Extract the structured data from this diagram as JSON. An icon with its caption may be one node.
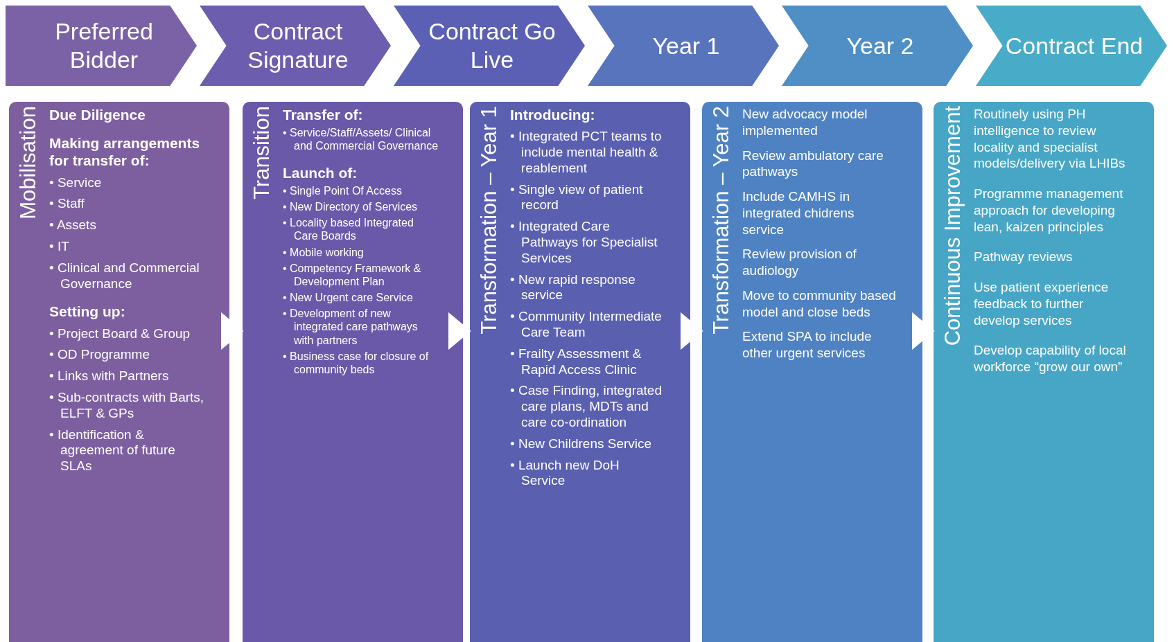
{
  "diagram": {
    "nodes": [
      {
        "text": [
          "Preferred Bidder"
        ]
      },
      {
        "text": [
          "Contract Signature"
        ]
      },
      {
        "text": [
          "Contract Go Live"
        ]
      },
      {
        "text": [
          "Year 1"
        ]
      },
      {
        "text": [
          "Year 2"
        ]
      },
      {
        "text": [
          "Contract End"
        ]
      },
      {
        "text": [
          "Mobilisation",
          "Due Diligence",
          "Making arrangements for transfer of:",
          "• Service",
          "• Staff",
          "• Assets",
          "• IT",
          "• Clinical and Commercial Governance",
          "Setting up:",
          "• Project Board & Group",
          "• OD Programme",
          "• Links with Partners",
          "• Sub-contracts with Barts, ELFT & GPs",
          "• Identification & agreement of future SLAs"
        ]
      },
      {
        "text": [
          "Transition",
          "Transfer of:",
          "• Service/Staff/Assets/ Clinical and Commercial Governance",
          "Launch of:",
          "• Single Point Of Access",
          "• New Directory of Services",
          "• Locality based Integrated Care Boards",
          "• Mobile working",
          "• Competency Framework & Development Plan",
          "• New Urgent care Service",
          "• Development of new integrated care pathways with partners",
          "• Business case for closure of community beds"
        ]
      },
      {
        "text": [
          "Transformation – Year 1",
          "Introducing:",
          "• Integrated PCT teams to include mental health & reablement",
          "• Single view of patient record",
          "• Integrated Care Pathways for Specialist Services",
          "• New rapid response service",
          "• Community Intermediate Care Team",
          "• Frailty Assessment & Rapid Access Clinic",
          "• Case Finding, integrated care plans, MDTs and care co-ordination",
          "• New Childrens Service",
          "• Launch new DoH Service"
        ]
      },
      {
        "text": [
          "Transformation – Year 2",
          "New advocacy model implemented",
          "Review ambulatory care pathways",
          "Include CAMHS in integrated chidrens service",
          "Review provision of audiology",
          "Move to community based model and close beds",
          "Extend SPA to include other urgent services"
        ]
      },
      {
        "text": [
          "Continuous Improvement",
          "Routinely using PH intelligence to review locality and specialist models/delivery via LHIBs",
          "Programme management approach for developing lean, kaizen principles",
          "Pathway reviews",
          "Use patient experience feedback to further develop services",
          "Develop capability of local workforce “grow our own”"
        ]
      }
    ],
    "edges": [
      {
        "from": 6,
        "to": 7,
        "arrow": "to"
      },
      {
        "from": 7,
        "to": 8,
        "arrow": "to"
      },
      {
        "from": 8,
        "to": 9,
        "arrow": "to"
      },
      {
        "from": 9,
        "to": 10,
        "arrow": "to"
      }
    ]
  }
}
